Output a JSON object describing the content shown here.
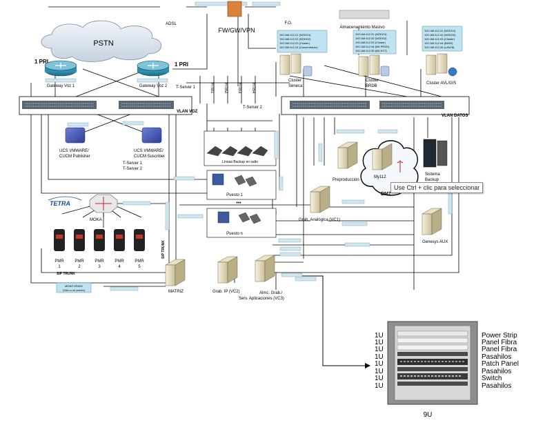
{
  "colors": {
    "line": "#000000",
    "ipbox": "#bfe3f0",
    "ipbox_border": "#5a8fa8",
    "switch": "#5b6770",
    "cloud": "#dde6ef",
    "rack": "#8e8e8e"
  },
  "top": {
    "adsl": "ADSL",
    "fw": "FW/GW/VPN",
    "fo": "F.O.",
    "storage": "Almacenamiento Masivo"
  },
  "pstn": {
    "label": "PSTN",
    "pri_left": "1 PRI",
    "pri_right": "1 PRI",
    "gw1": "Gateway Voz 1",
    "gw2": "Gateway Voz 2"
  },
  "vlan": {
    "voz": "VLAN VOZ",
    "datos": "VLAN DATOS",
    "tserver1": "T-Server 1",
    "tserver2": "T-Server 2",
    "tserver1b": "T-Server 1",
    "tserver2b": "T-Server 2"
  },
  "rtb": [
    "RTB1",
    "RTB2",
    "RTB3",
    "RTB4"
  ],
  "lineas": "Líneas Backup en salto",
  "cucm": {
    "pub": [
      "UCS VMWARE/",
      "CUCM Publisher"
    ],
    "sub": [
      "UCS VMWARE/",
      "CUCM Suscriber"
    ]
  },
  "puestos": {
    "p1": "Puesto 1",
    "dots": "•••",
    "pn": "Puesto n"
  },
  "tetra": {
    "logo": "TETRA",
    "moka": "MOKA",
    "sip": "SIP TRUNK",
    "sip_v": "SIP TRUNK"
  },
  "pmr": [
    {
      "l": "PMR",
      "n": "1"
    },
    {
      "l": "PMR",
      "n": "2"
    },
    {
      "l": "PMR",
      "n": "3"
    },
    {
      "l": "PMR",
      "n": "4"
    },
    {
      "l": "PMR",
      "n": "5"
    }
  ],
  "monitoring": [
    "MONITORING",
    "(Sólo a un puerto)"
  ],
  "servers": {
    "matriz": "MATRIZ",
    "grabip": "Grab. IP (VC2)",
    "almc": [
      "Almc. Grab./",
      "Serv. Aplicaciones (VC3)"
    ],
    "analog": "Grab. Analógica (VC1)",
    "genesys": "Genesys AUX",
    "preprod": "Preproducción",
    "my112": "My112",
    "dmz": "DMZ",
    "backup": [
      "Sistema",
      "Backup"
    ]
  },
  "clusters": {
    "seneca": [
      "Cluster",
      "Séneca"
    ],
    "brdb": [
      "Cluster",
      "BRDB"
    ],
    "avl": "Cluster AVL/GIS"
  },
  "ipbox_seneca": [
    "192.168.112.21 (NODO1)",
    "192.168.112.22 (NODO2)",
    "192.168.112.23 (Cluster)",
    "192.168.112.24 (Concentrador)"
  ],
  "ipbox_brdb": [
    "192.168.112.31 (NODO1)",
    "192.168.112.32 (NODO2)",
    "192.168.112.33 (Cluster)",
    "192.168.112.34 (BD PROD)",
    "192.168.112.35 (BD EXT)"
  ],
  "ipbox_avl": [
    "192.168.112.41 (NODO1)",
    "192.168.112.42 (NODO2)",
    "192.168.112.43 (Cluster)",
    "192.168.112.44 (BD83)",
    "192.168.112.45 (LAN78)"
  ],
  "tooltip": "Use Ctrl + clic para seleccionar",
  "rack": {
    "units": [
      "1U",
      "1U",
      "1U",
      "1U",
      "1U",
      "1U",
      "1U",
      "1U"
    ],
    "labels": [
      "Power Strip",
      "Panel Fibra",
      "Panel Fibra",
      "Pasahilos",
      "Patch Panel",
      "Pasahilos",
      "Switch",
      "Pasahilos"
    ],
    "total": "9U"
  }
}
